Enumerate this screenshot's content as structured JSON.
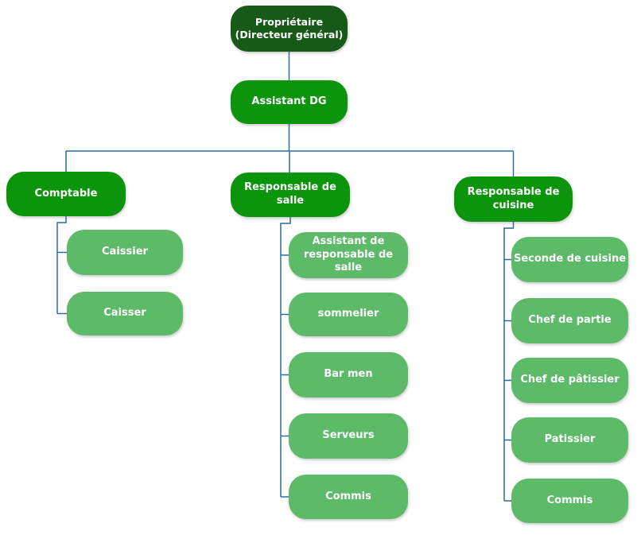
{
  "diagram": {
    "type": "org-chart",
    "language": "fr",
    "colors": {
      "root_fill": "#175a17",
      "manager_fill": "#0c950c",
      "staff_fill": "#5dba68",
      "connector": "#2a6c9e",
      "text": "#ffffff",
      "background": "#ffffff"
    },
    "root": {
      "label": "Propriétaire\n(Directeur général)"
    },
    "assistant": {
      "label": "Assistant DG"
    },
    "branches": [
      {
        "head": {
          "label": "Comptable"
        },
        "children": [
          {
            "label": "Caissier"
          },
          {
            "label": "Caisser"
          }
        ]
      },
      {
        "head": {
          "label": "Responsable de salle"
        },
        "children": [
          {
            "label": "Assistant de responsable de salle"
          },
          {
            "label": "sommelier"
          },
          {
            "label": "Bar men"
          },
          {
            "label": "Serveurs"
          },
          {
            "label": "Commis"
          }
        ]
      },
      {
        "head": {
          "label": "Responsable de cuisine"
        },
        "children": [
          {
            "label": "Seconde de cuisine"
          },
          {
            "label": "Chef de partie"
          },
          {
            "label": "Chef de pâtissier"
          },
          {
            "label": "Patissier"
          },
          {
            "label": "Commis"
          }
        ]
      }
    ]
  }
}
